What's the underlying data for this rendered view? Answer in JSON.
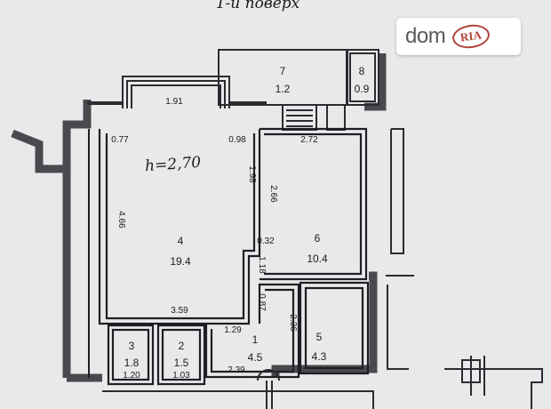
{
  "heading": "1-й поверх",
  "ceiling_note": "h=2,70",
  "watermark": {
    "brand": "dom",
    "badge": "RIA"
  },
  "rooms": [
    {
      "number": "7",
      "area": "1.2"
    },
    {
      "number": "8",
      "area": "0.9"
    },
    {
      "number": "4",
      "area": "19.4"
    },
    {
      "number": "6",
      "area": "10.4"
    },
    {
      "number": "3",
      "area": "1.8"
    },
    {
      "number": "2",
      "area": "1.5"
    },
    {
      "number": "1",
      "area": "4.5"
    },
    {
      "number": "5",
      "area": "4.3"
    }
  ],
  "dimensions": [
    "1.91",
    "0.77",
    "0.98",
    "2.72",
    "4.66",
    "1.98",
    "2.66",
    "0.32",
    "1.18",
    "3.59",
    "0.87",
    "2.36",
    "1.29",
    "2.39",
    "1.20",
    "1.03"
  ]
}
